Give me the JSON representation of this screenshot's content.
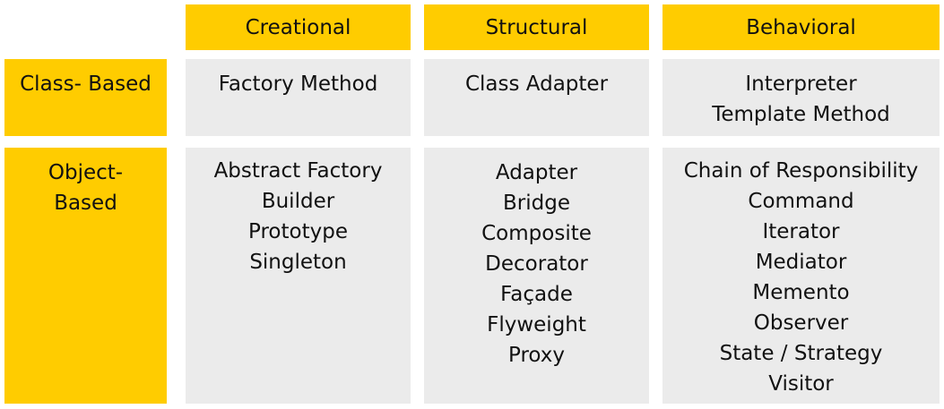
{
  "columns": [
    "Creational",
    "Structural",
    "Behavioral"
  ],
  "rows": [
    {
      "label": [
        "Class- Based"
      ],
      "cells": [
        [
          "Factory Method"
        ],
        [
          "Class Adapter"
        ],
        [
          "Interpreter",
          "Template Method"
        ]
      ]
    },
    {
      "label": [
        "Object-",
        "Based"
      ],
      "cells": [
        [
          "Abstract Factory",
          "Builder",
          "Prototype",
          "Singleton"
        ],
        [
          "Adapter",
          "Bridge",
          "Composite",
          "Decorator",
          "Façade",
          "Flyweight",
          "Proxy"
        ],
        [
          "Chain of Responsibility",
          "Command",
          "Iterator",
          "Mediator",
          "Memento",
          "Observer",
          "State / Strategy",
          "Visitor"
        ]
      ]
    }
  ],
  "colors": {
    "header_fill": "#FFCC00",
    "cell_fill": "#EBEBEB"
  }
}
